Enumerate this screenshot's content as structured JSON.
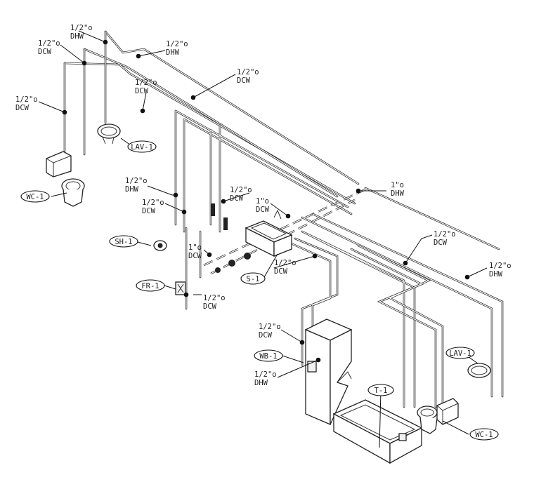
{
  "pipe_labels": [
    {
      "id": "dhw-top",
      "lines": [
        "1/2\"o",
        "DHW"
      ]
    },
    {
      "id": "dcw-top",
      "lines": [
        "1/2\"o",
        "DCW"
      ]
    },
    {
      "id": "dhw-top-right",
      "lines": [
        "1/2\"o",
        "DHW"
      ]
    },
    {
      "id": "dcw-upper-mid",
      "lines": [
        "1/2\"o",
        "DCW"
      ]
    },
    {
      "id": "dcw-mid",
      "lines": [
        "1/2\"o",
        "DCW"
      ]
    },
    {
      "id": "dcw-left",
      "lines": [
        "1/2\"o",
        "DCW"
      ]
    },
    {
      "id": "dhw-center-left",
      "lines": [
        "1/2\"o",
        "DHW"
      ]
    },
    {
      "id": "dcw-center-left",
      "lines": [
        "1/2\"o",
        "DCW"
      ]
    },
    {
      "id": "dcw-center",
      "lines": [
        "1/2\"o",
        "DCW"
      ]
    },
    {
      "id": "dhw-main",
      "lines": [
        "1\"o",
        "DHW"
      ]
    },
    {
      "id": "dcw-main",
      "lines": [
        "1\"o",
        "DCW"
      ]
    },
    {
      "id": "dcw-main-left",
      "lines": [
        "1\"o",
        "DCW"
      ]
    },
    {
      "id": "dcw-right",
      "lines": [
        "1/2\"o",
        "DCW"
      ]
    },
    {
      "id": "dhw-right",
      "lines": [
        "1/2\"o",
        "DHW"
      ]
    },
    {
      "id": "dcw-below-sink",
      "lines": [
        "1/2\"o",
        "DCW"
      ]
    },
    {
      "id": "dcw-fr",
      "lines": [
        "1/2\"o",
        "DCW"
      ]
    },
    {
      "id": "dcw-wb",
      "lines": [
        "1/2\"o",
        "DCW"
      ]
    },
    {
      "id": "dhw-wb",
      "lines": [
        "1/2\"o",
        "DHW"
      ]
    }
  ],
  "fixture_tags": {
    "lav1_top": "LAV-1",
    "wc1_left": "WC-1",
    "sh1": "SH-1",
    "fr1": "FR-1",
    "s1": "S-1",
    "wb1": "WB-1",
    "t1": "T-1",
    "lav1_right": "LAV-1",
    "wc1_right": "WC-1"
  }
}
